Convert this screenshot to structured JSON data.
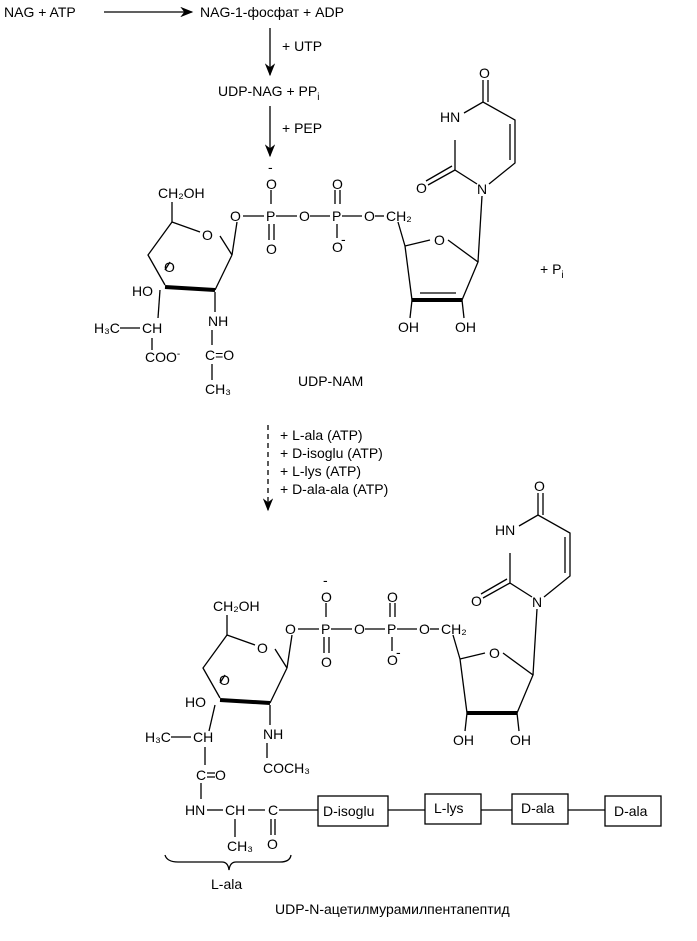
{
  "steps": {
    "s1_reactants": "NAG + ATP",
    "s1_products": "NAG-1-фосфат + ADP",
    "s2_reagent": "+ UTP",
    "s2_products": "UDP-NAG + PP",
    "s2_sub": "i",
    "s3_reagent": "+ PEP",
    "pi_plus": "+ P",
    "pi_sub": "i",
    "s4_reagents": [
      "+ L-ala (ATP)",
      "+ D-isoglu (ATP)",
      "+ L-lys (ATP)",
      "+ D-ala-ala (ATP)"
    ]
  },
  "atoms": {
    "ch2oh": "CH₂OH",
    "O": "O",
    "P": "P",
    "minus": "-",
    "ch2": "CH₂",
    "ho": "HO",
    "oh": "OH",
    "hn": "HN",
    "n": "N",
    "nh": "NH",
    "h3c": "H₃C",
    "ch": "CH",
    "coo": "COO",
    "ceo": "C=O",
    "ch3": "CH₃",
    "c": "C",
    "coch3": "COCH₃",
    "hn_chain": "HN"
  },
  "names": {
    "udp_nam": "UDP-NAM",
    "product": "UDP-N-ацетилмурамилпентапептид",
    "l_ala": "L-ala"
  },
  "peptide": [
    "D-isoglu",
    "L-lys",
    "D-ala",
    "D-ala"
  ]
}
